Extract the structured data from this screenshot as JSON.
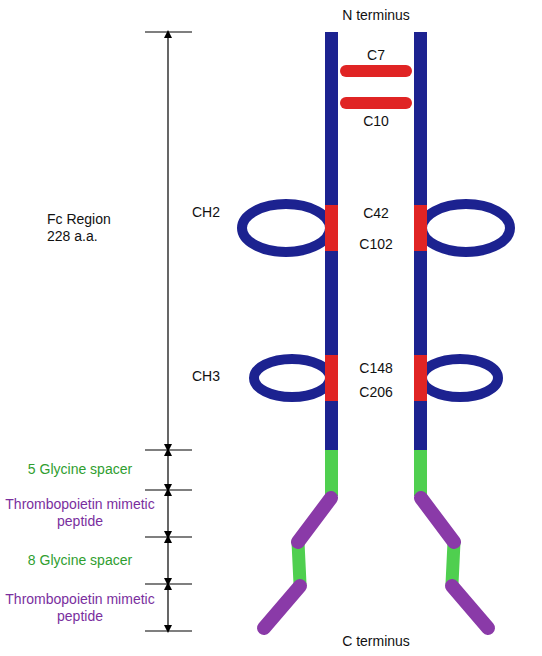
{
  "diagram": {
    "labels": [
      "N terminus",
      "C7",
      "C10",
      "Fc Region 228 a.a.",
      "CH2",
      "C42",
      "C102",
      "CH3",
      "C148",
      "C206",
      "5 Glycine spacer",
      "Thrombopoietin mimetic peptide",
      "8 Glycine spacer",
      "Thrombopoietin mimetic peptide",
      "C terminus"
    ]
  }
}
